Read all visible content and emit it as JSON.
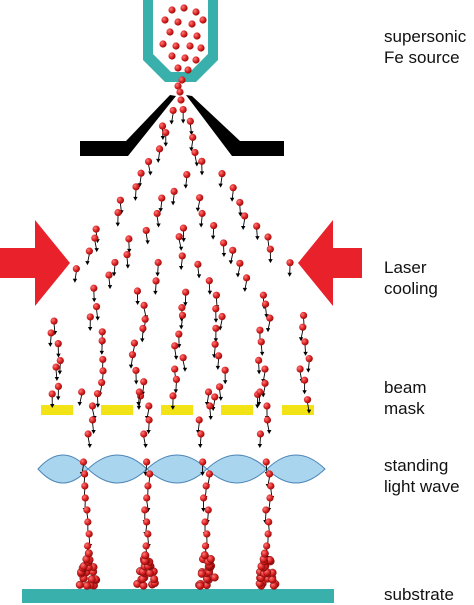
{
  "labels": {
    "source": [
      "supersonic",
      "Fe source"
    ],
    "laser": [
      "Laser",
      "cooling"
    ],
    "mask": [
      "beam",
      "mask"
    ],
    "wave": [
      "standing",
      "light wave"
    ],
    "substrate": [
      "substrate"
    ]
  },
  "colors": {
    "atom": "#d81e1e",
    "nozzle": "#3ab0ad",
    "skimmer": "#000000",
    "laser_arrow": "#e8212b",
    "mask": "#f2e316",
    "light_wave": "#a9d5ee",
    "substrate": "#3ab0ad"
  },
  "icons": {
    "left_laser_arrow": "arrow-right-icon",
    "right_laser_arrow": "arrow-left-icon"
  }
}
